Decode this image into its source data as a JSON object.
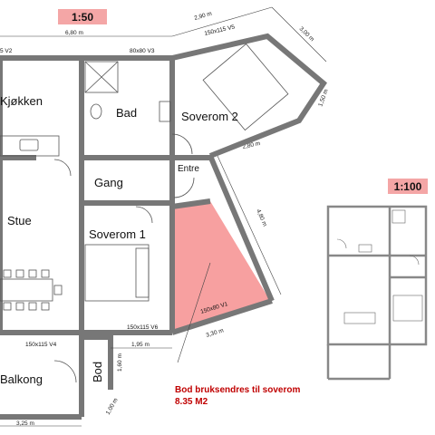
{
  "scales": {
    "main": "1:50",
    "mini": "1:100"
  },
  "colors": {
    "scale_bg": "#f4a6a6",
    "highlight": "#f7a0a0",
    "note": "#c00000",
    "wall": "#777777"
  },
  "rooms": {
    "kitchen": "Kjøkken",
    "bath": "Bad",
    "bedroom2": "Soverom 2",
    "hall": "Gang",
    "entry": "Entre",
    "living": "Stue",
    "bedroom1": "Soverom 1",
    "balcony": "Balkong",
    "storage": "Bod"
  },
  "windows": {
    "v2": "5 V2",
    "v3": "80x80 V3",
    "v5": "150x115 V5",
    "v1": "150x80 V1",
    "v6": "150x115 V6",
    "v4": "150x115 V4"
  },
  "dimensions": {
    "d680": "6,80 m",
    "d290": "2,90 m",
    "d300": "3,00 m",
    "d150": "1,50 m",
    "d280": "2,80 m",
    "d480": "4,80 m",
    "d330": "3,30 m",
    "d195": "1,95 m",
    "d160": "1,60 m",
    "d100": "1,00 m",
    "d325": "3,25 m"
  },
  "note": {
    "line1": "Bod bruksendres til soverom",
    "line2": "8.35 M2"
  }
}
